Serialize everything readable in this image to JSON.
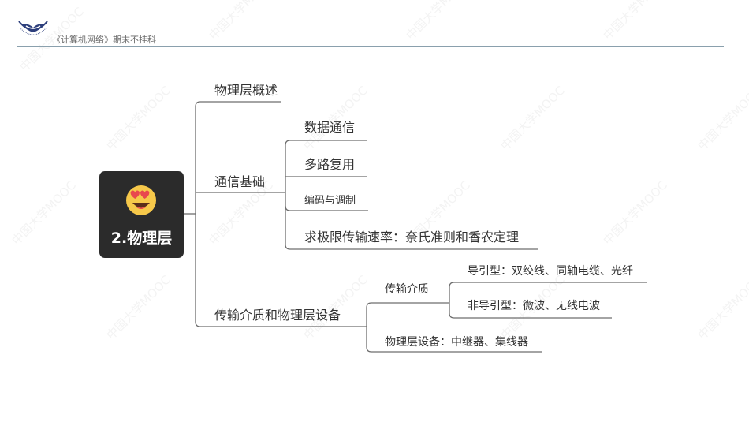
{
  "header": {
    "logo": "university-logo",
    "course_title": "《计算机网络》期末不挂科"
  },
  "watermark": {
    "text": "中国大学MOOC"
  },
  "mindmap": {
    "root": {
      "emoji": "heart-eyes-emoji",
      "label": "2.物理层"
    },
    "level1": [
      {
        "label": "物理层概述",
        "children": []
      },
      {
        "label": "通信基础",
        "children": [
          {
            "label": "数据通信"
          },
          {
            "label": "多路复用"
          },
          {
            "label": "编码与调制"
          },
          {
            "label": "求极限传输速率：奈氏准则和香农定理"
          }
        ]
      },
      {
        "label": "传输介质和物理层设备",
        "children": [
          {
            "label": "传输介质",
            "children": [
              {
                "label": "导引型：双绞线、同轴电缆、光纤"
              },
              {
                "label": "非导引型：微波、无线电波"
              }
            ]
          },
          {
            "label": "物理层设备：中继器、集线器"
          }
        ]
      }
    ]
  },
  "colors": {
    "root_bg": "#2b2b2b",
    "root_text": "#ffffff",
    "connector": "#6e6e6e",
    "node_text": "#333333",
    "header_rule": "#8aa0ad",
    "header_text": "#6b6b6b"
  }
}
